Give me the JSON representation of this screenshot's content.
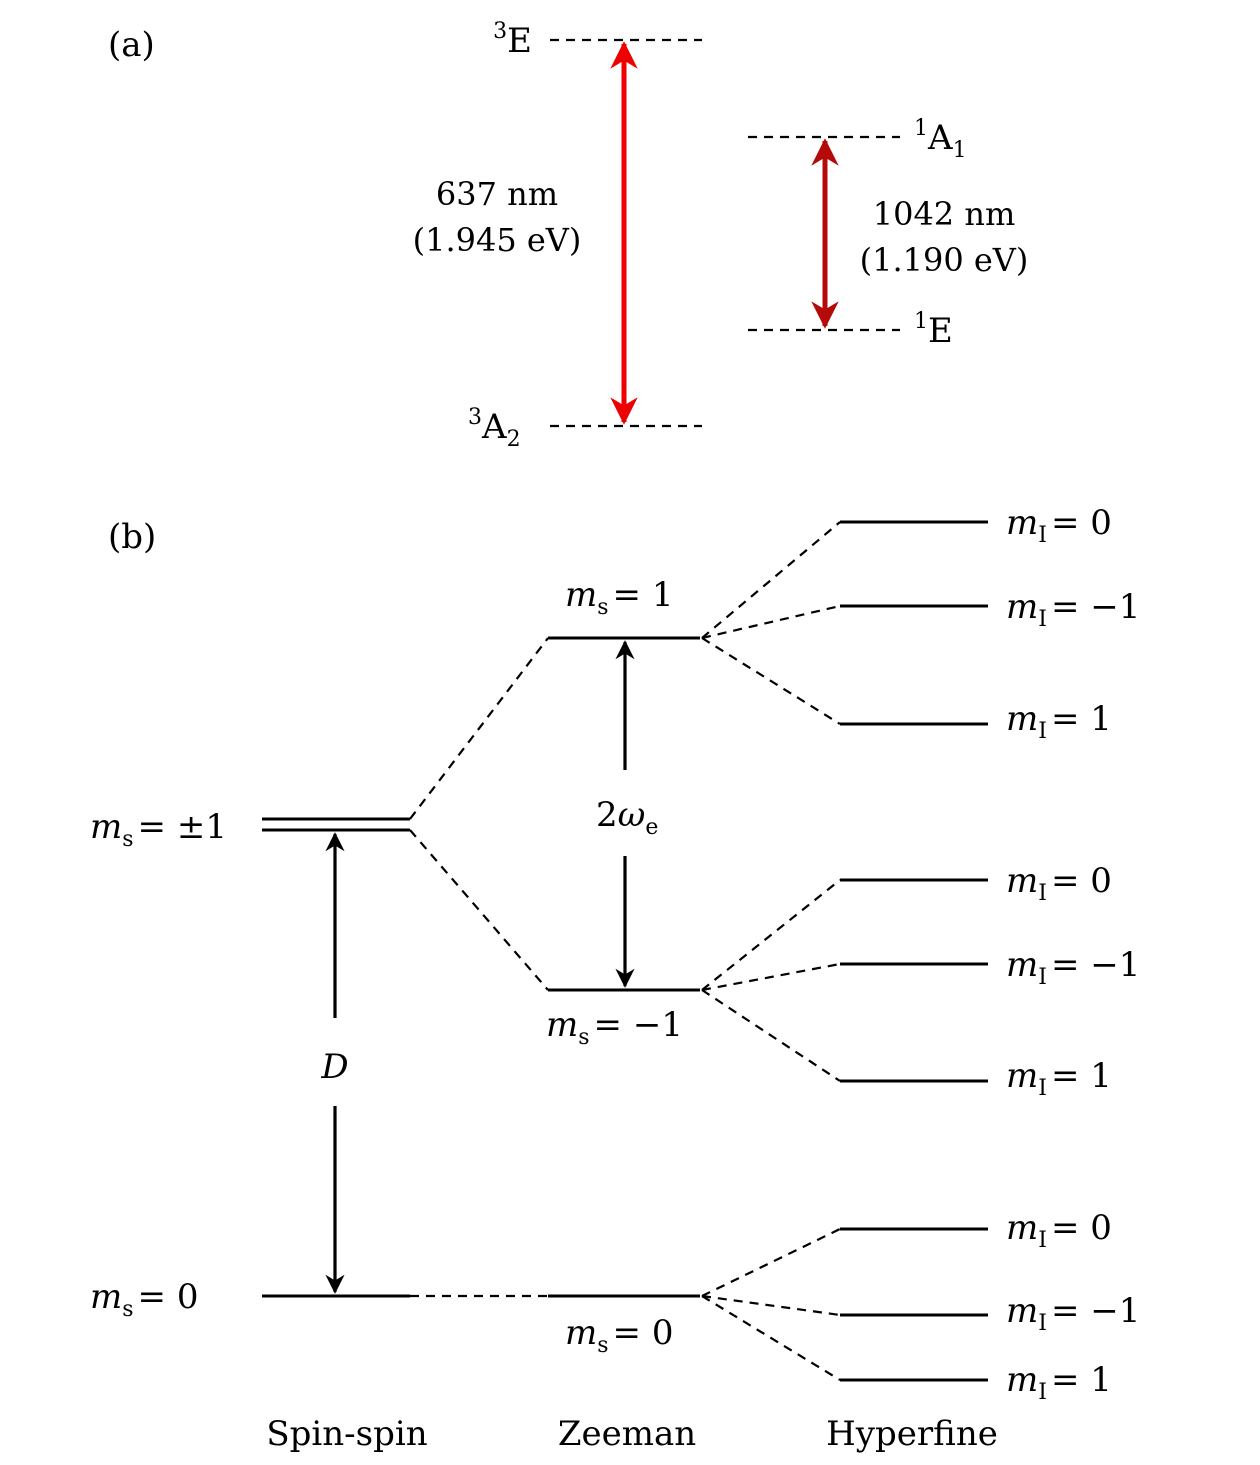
{
  "panel_a": {
    "label": "(a)",
    "states": {
      "e3": {
        "sup": "3",
        "base": "E"
      },
      "a2": {
        "sup": "3",
        "base": "A",
        "sub": "2"
      },
      "a1": {
        "sup": "1",
        "base": "A",
        "sub": "1"
      },
      "e1": {
        "sup": "1",
        "base": "E"
      }
    },
    "transition_visible": {
      "wavelength": "637 nm",
      "energy": "(1.945 eV)",
      "color": "#ee0000"
    },
    "transition_infrared": {
      "wavelength": "1042 nm",
      "energy": "(1.190 eV)",
      "color": "#b50a0a"
    }
  },
  "panel_b": {
    "label": "(b)",
    "spin_spin": {
      "upper": {
        "sym": "m",
        "sub": "s",
        "rhs": "= ±1"
      },
      "lower": {
        "sym": "m",
        "sub": "s",
        "rhs": "= 0"
      },
      "gap": "D"
    },
    "zeeman": {
      "plus": {
        "sym": "m",
        "sub": "s",
        "rhs": "= 1"
      },
      "minus": {
        "sym": "m",
        "sub": "s",
        "rhs": "= −1"
      },
      "zero": {
        "sym": "m",
        "sub": "s",
        "rhs": "= 0"
      },
      "gap": {
        "coef": "2",
        "sym": "ω",
        "sub": "e"
      }
    },
    "hyperfine": {
      "top": [
        {
          "sym": "m",
          "sub": "I",
          "rhs": "= 0"
        },
        {
          "sym": "m",
          "sub": "I",
          "rhs": "= −1"
        },
        {
          "sym": "m",
          "sub": "I",
          "rhs": "= 1"
        }
      ],
      "middle": [
        {
          "sym": "m",
          "sub": "I",
          "rhs": "= 0"
        },
        {
          "sym": "m",
          "sub": "I",
          "rhs": "= −1"
        },
        {
          "sym": "m",
          "sub": "I",
          "rhs": "= 1"
        }
      ],
      "bottom": [
        {
          "sym": "m",
          "sub": "I",
          "rhs": "= 0"
        },
        {
          "sym": "m",
          "sub": "I",
          "rhs": "= −1"
        },
        {
          "sym": "m",
          "sub": "I",
          "rhs": "= 1"
        }
      ]
    },
    "columns": [
      "Spin-spin",
      "Zeeman",
      "Hyperfine"
    ]
  }
}
